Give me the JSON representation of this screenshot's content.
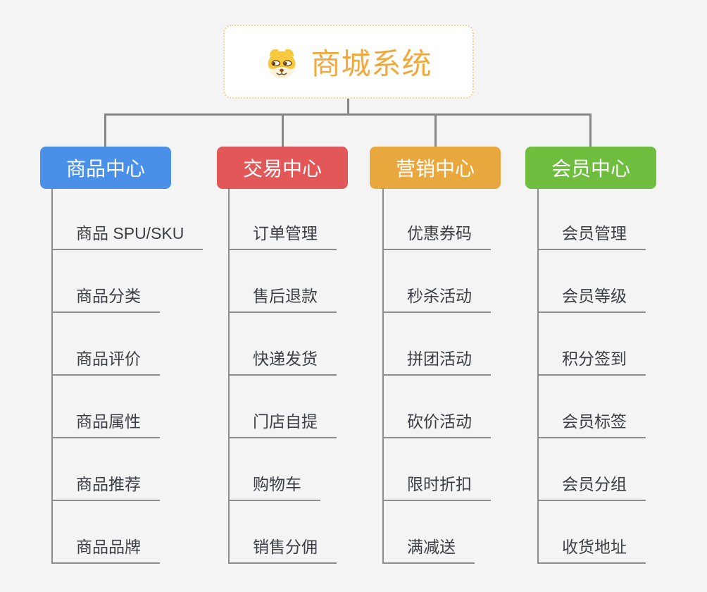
{
  "root": {
    "title": "商城系统",
    "icon": "shiba-dog-icon"
  },
  "branches": [
    {
      "label": "商品中心",
      "color": "#4A90E8",
      "items": [
        "商品 SPU/SKU",
        "商品分类",
        "商品评价",
        "商品属性",
        "商品推荐",
        "商品品牌"
      ]
    },
    {
      "label": "交易中心",
      "color": "#E25858",
      "items": [
        "订单管理",
        "售后退款",
        "快递发货",
        "门店自提",
        "购物车",
        "销售分佣"
      ]
    },
    {
      "label": "营销中心",
      "color": "#E8A83E",
      "items": [
        "优惠券码",
        "秒杀活动",
        "拼团活动",
        "砍价活动",
        "限时折扣",
        "满减送"
      ]
    },
    {
      "label": "会员中心",
      "color": "#6FBE40",
      "items": [
        "会员管理",
        "会员等级",
        "积分签到",
        "会员标签",
        "会员分组",
        "收货地址"
      ]
    }
  ],
  "colors": {
    "background": "#F4F4F4",
    "connector": "#878787",
    "underline": "#8C8C8C",
    "root_title": "#F0A93C",
    "root_border": "#F1CE96",
    "leaf_text": "#3B3F45"
  }
}
